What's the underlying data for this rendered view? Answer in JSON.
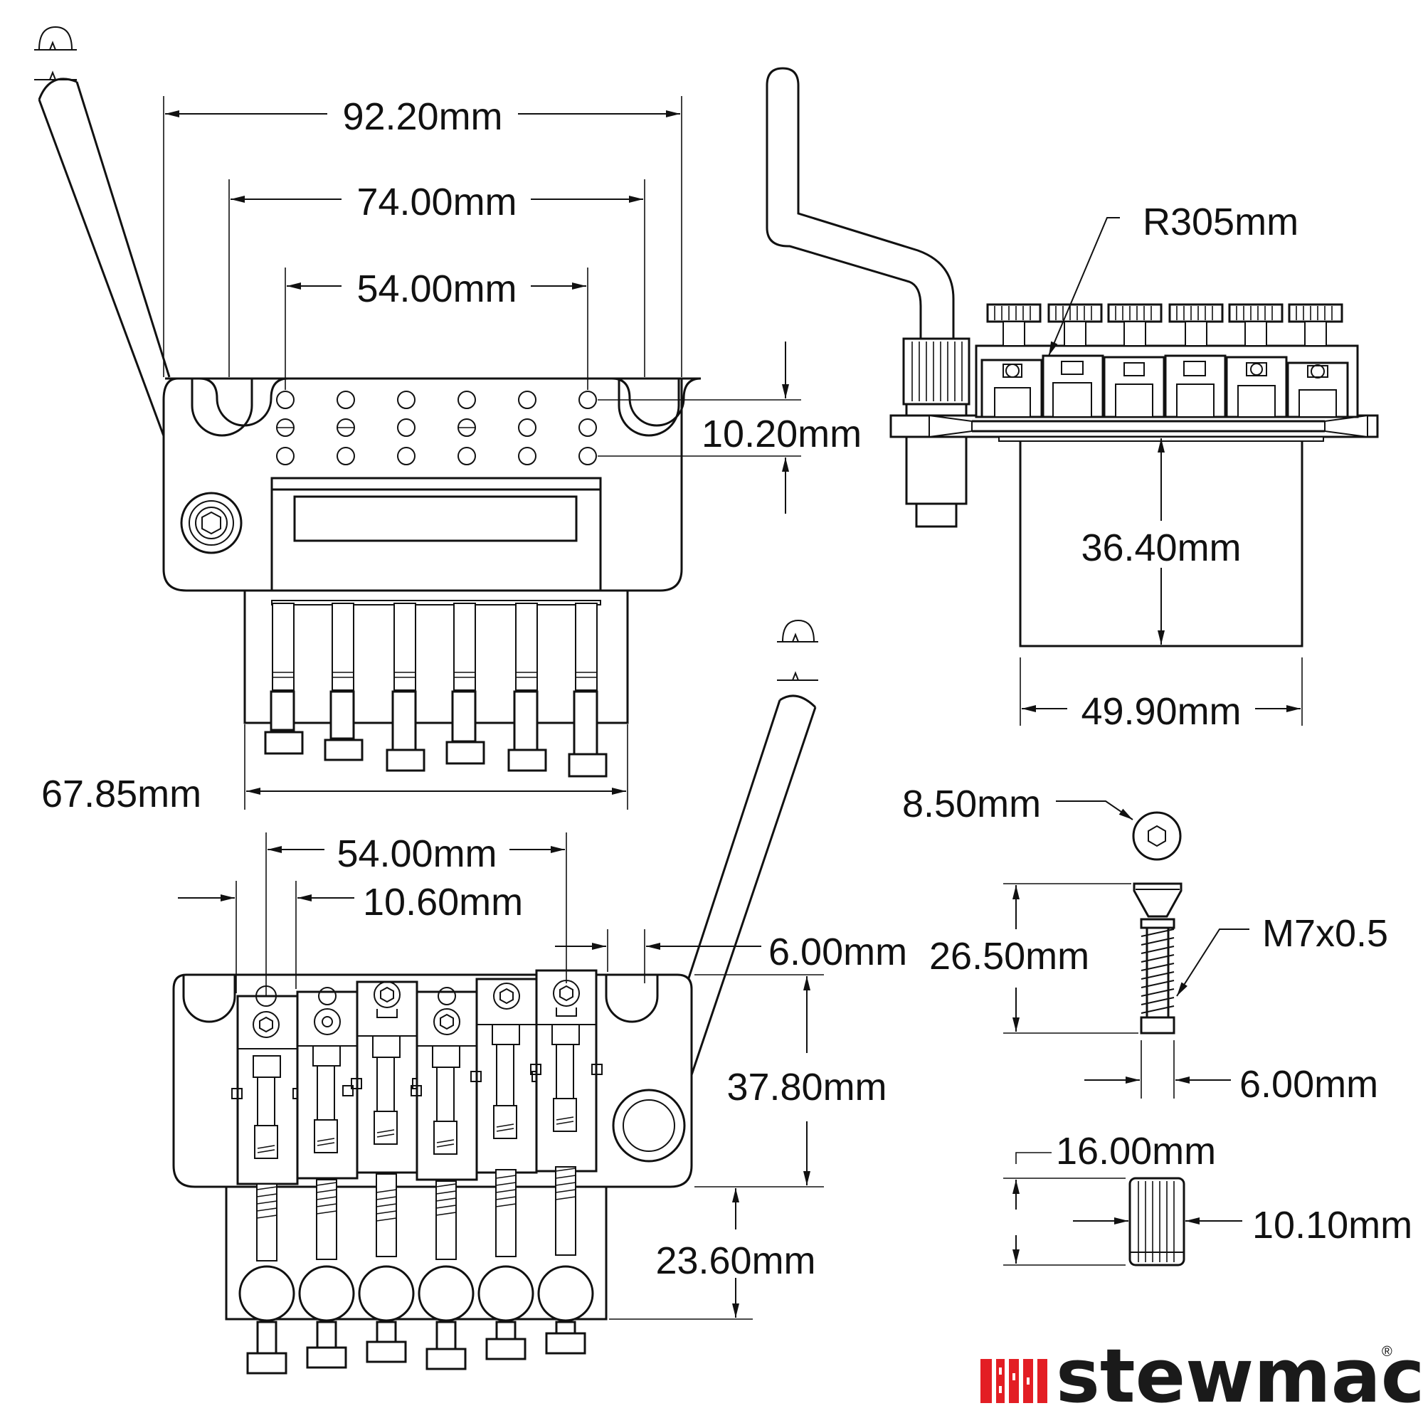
{
  "dimensions": {
    "top_overall_width": "92.20mm",
    "top_post_spacing": "74.00mm",
    "top_string_spacing": "54.00mm",
    "top_hole_offset": "10.20mm",
    "top_base_width": "67.85mm",
    "side_radius": "R305mm",
    "side_block_height": "36.40mm",
    "side_block_width": "49.90mm",
    "bottom_string_spacing": "54.00mm",
    "bottom_saddle_width": "10.60mm",
    "bottom_edge_gap": "6.00mm",
    "bottom_plate_depth": "37.80mm",
    "bottom_fine_tuner_depth": "23.60mm",
    "screw_head": "8.50mm",
    "screw_length": "26.50mm",
    "screw_thread": "M7x0.5",
    "screw_diameter": "6.00mm",
    "insert_length": "16.00mm",
    "insert_diameter": "10.10mm"
  },
  "brand": {
    "name": "stewmac",
    "registered_mark": "®",
    "accent_color": "#e31e24"
  },
  "colors": {
    "line": "#111111",
    "background": "#ffffff"
  }
}
